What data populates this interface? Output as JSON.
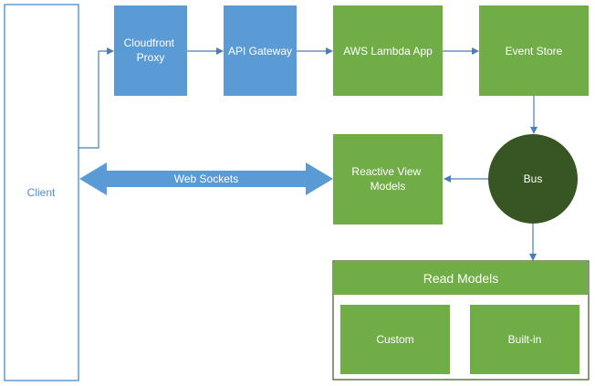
{
  "colors": {
    "blue_box": "#5b9bd5",
    "green_box": "#70ad47",
    "bus_fill": "#375623",
    "client_border": "#5b9bd5",
    "connector": "#4a7eb8",
    "arrow_fill": "#5b9bd5",
    "read_models_border": "#385723"
  },
  "nodes": {
    "client": {
      "label": "Client"
    },
    "cloudfront": {
      "line1": "Cloudfront",
      "line2": "Proxy"
    },
    "api_gateway": {
      "label": "API Gateway"
    },
    "lambda": {
      "label": "AWS Lambda App"
    },
    "event_store": {
      "label": "Event Store"
    },
    "reactive": {
      "line1": "Reactive View",
      "line2": "Models"
    },
    "bus": {
      "label": "Bus"
    },
    "read_models": {
      "title": "Read Models",
      "custom": "Custom",
      "builtin": "Built-in"
    }
  },
  "edges": {
    "web_sockets": "Web Sockets"
  }
}
